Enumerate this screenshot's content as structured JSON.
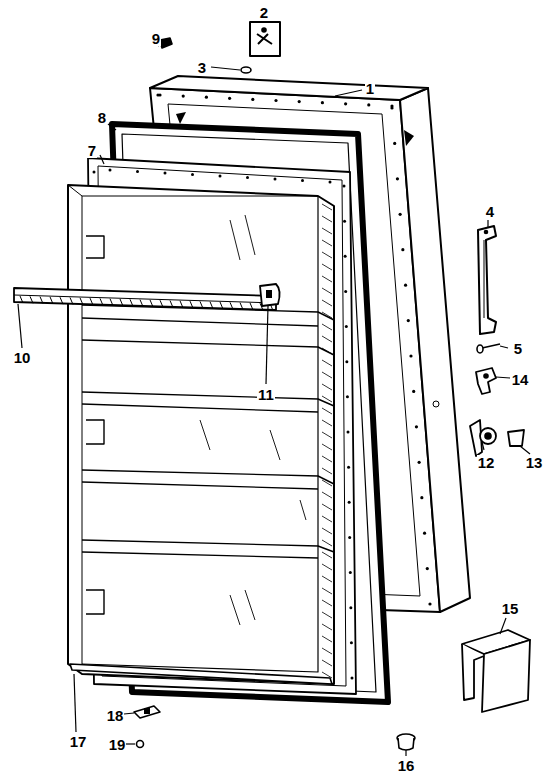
{
  "diagram": {
    "labels": [
      "1",
      "2",
      "3",
      "4",
      "5",
      "7",
      "8",
      "9",
      "10",
      "11",
      "12",
      "13",
      "14",
      "15",
      "16",
      "17",
      "18",
      "19"
    ]
  }
}
